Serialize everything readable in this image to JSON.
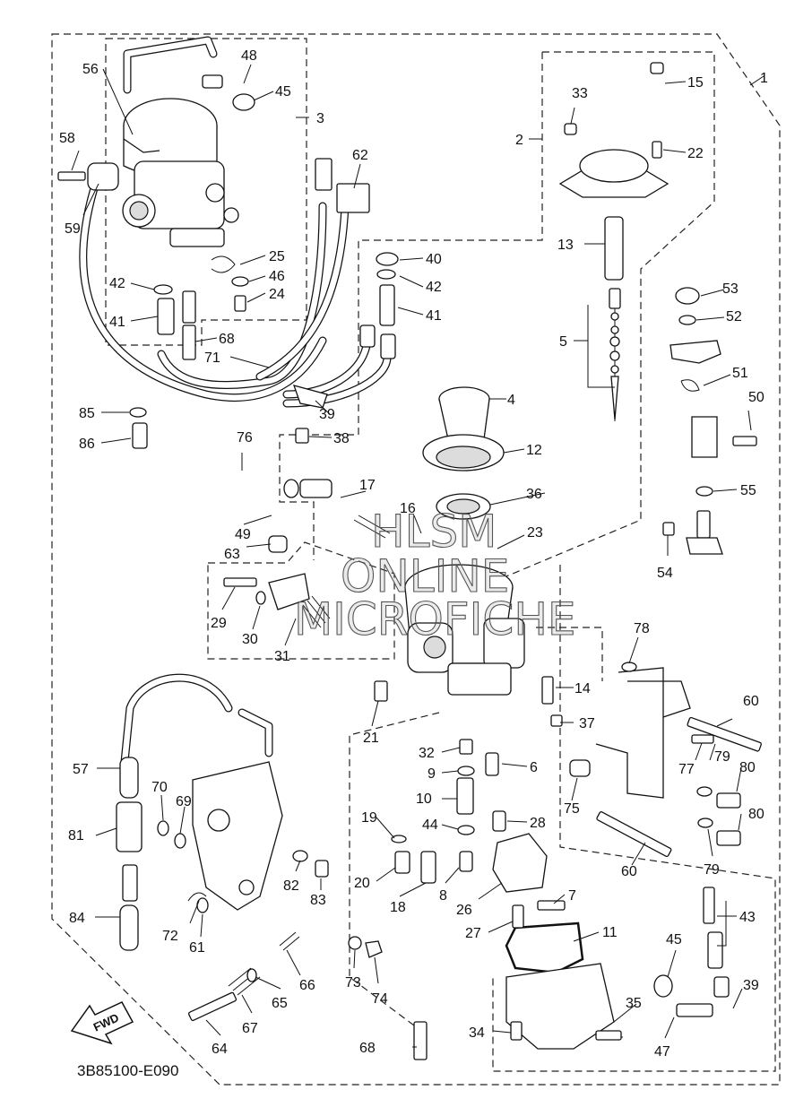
{
  "diagram_code": "3B85100-E090",
  "watermark": [
    "HLSM",
    "ONLINE",
    "MICROFICHE"
  ],
  "fwd_label": "FWD",
  "callouts": [
    "1",
    "2",
    "3",
    "4",
    "5",
    "6",
    "7",
    "8",
    "9",
    "10",
    "11",
    "12",
    "13",
    "14",
    "15",
    "16",
    "17",
    "18",
    "19",
    "20",
    "21",
    "22",
    "23",
    "24",
    "25",
    "26",
    "27",
    "28",
    "29",
    "30",
    "31",
    "32",
    "33",
    "34",
    "35",
    "36",
    "37",
    "38",
    "39",
    "39",
    "40",
    "41",
    "41",
    "42",
    "42",
    "43",
    "44",
    "45",
    "45",
    "46",
    "47",
    "48",
    "49",
    "50",
    "51",
    "52",
    "53",
    "54",
    "55",
    "56",
    "57",
    "58",
    "59",
    "60",
    "60",
    "61",
    "62",
    "63",
    "64",
    "65",
    "66",
    "67",
    "68",
    "68",
    "68",
    "69",
    "70",
    "71",
    "72",
    "73",
    "74",
    "75",
    "76",
    "77",
    "78",
    "79",
    "79",
    "80",
    "80",
    "81",
    "82",
    "83",
    "84",
    "85",
    "86"
  ]
}
